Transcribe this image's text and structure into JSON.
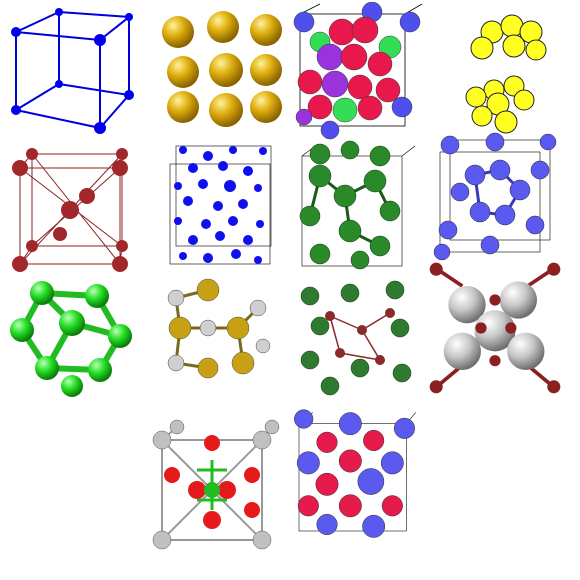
{
  "gallery": {
    "cells": [
      {
        "id": "c1",
        "structure": "simple-cubic-lattice",
        "atom_colors": [
          "#0000dd"
        ],
        "bond_color": "#0000dd"
      },
      {
        "id": "c2",
        "structure": "close-packed-spheres",
        "atom_colors": [
          "#d8aa10"
        ]
      },
      {
        "id": "c3",
        "structure": "multi-element-packed-cell",
        "atom_colors": [
          "#e8184c",
          "#9a33dd",
          "#33dd55",
          "#4f4ff0"
        ]
      },
      {
        "id": "c4",
        "structure": "hexagonal-layers",
        "atom_colors": [
          "#ffff22"
        ]
      },
      {
        "id": "c5",
        "structure": "body-centered-cubic",
        "atom_colors": [
          "#a0282a"
        ],
        "bond_color": "#8a2020"
      },
      {
        "id": "c6",
        "structure": "diamond-cubic-dots",
        "atom_colors": [
          "#1010ee"
        ]
      },
      {
        "id": "c7",
        "structure": "tetrahedral-network",
        "atom_colors": [
          "#2a8a2a"
        ]
      },
      {
        "id": "c8",
        "structure": "clathrate-cage-cell",
        "atom_colors": [
          "#5a5af0"
        ]
      },
      {
        "id": "c9",
        "structure": "icosahedral-cluster",
        "atom_colors": [
          "#22dd22"
        ]
      },
      {
        "id": "c10",
        "structure": "binary-chain-molecule",
        "atom_colors": [
          "#c8a014",
          "#cfcfcf"
        ]
      },
      {
        "id": "c11",
        "structure": "network-with-bridges",
        "atom_colors": [
          "#2e7a2e",
          "#8a2a2a"
        ]
      },
      {
        "id": "c12",
        "structure": "large-spheres-with-bonds",
        "atom_colors": [
          "#c8c8c8",
          "#8a2020"
        ]
      },
      {
        "id": "c13",
        "structure": "perovskite-like-cell",
        "atom_colors": [
          "#e51b1b",
          "#c0c0c0",
          "#22bb22"
        ]
      },
      {
        "id": "c14",
        "structure": "ionic-packed-cell",
        "atom_colors": [
          "#e51b4b",
          "#5a5aee"
        ]
      }
    ]
  }
}
